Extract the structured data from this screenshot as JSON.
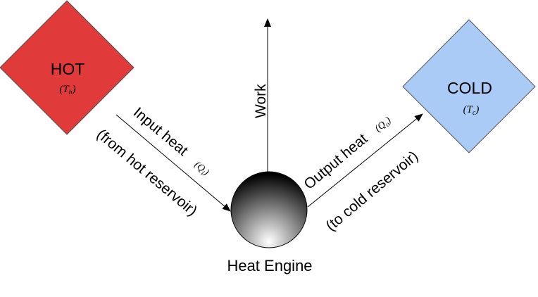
{
  "reservoirs": {
    "hot": {
      "label": "HOT",
      "symbol_base": "T",
      "symbol_sub": "h",
      "color": "#e03a3a"
    },
    "cold": {
      "label": "COLD",
      "symbol_base": "T",
      "symbol_sub": "c",
      "color": "#a9cbf5"
    }
  },
  "engine": {
    "label": "Heat Engine",
    "gradient_light": "#ffffff",
    "gradient_dark": "#000000"
  },
  "flows": {
    "work": {
      "label": "Work"
    },
    "input_heat": {
      "label": "Input heat",
      "symbol_base": "Q",
      "symbol_sub": "i",
      "note": "(from hot reservoir)"
    },
    "output_heat": {
      "label": "Output heat",
      "symbol_base": "Q",
      "symbol_sub": "o",
      "note": "(to cold reservoir)"
    }
  }
}
